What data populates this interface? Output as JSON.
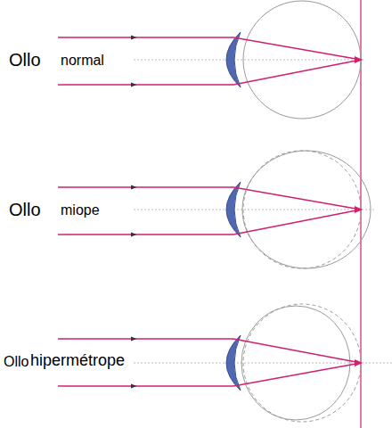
{
  "diagram": {
    "labels": [
      "Ollo",
      "normal",
      "Ollo",
      "miope",
      "Ollo",
      "hipermétrope"
    ]
  }
}
